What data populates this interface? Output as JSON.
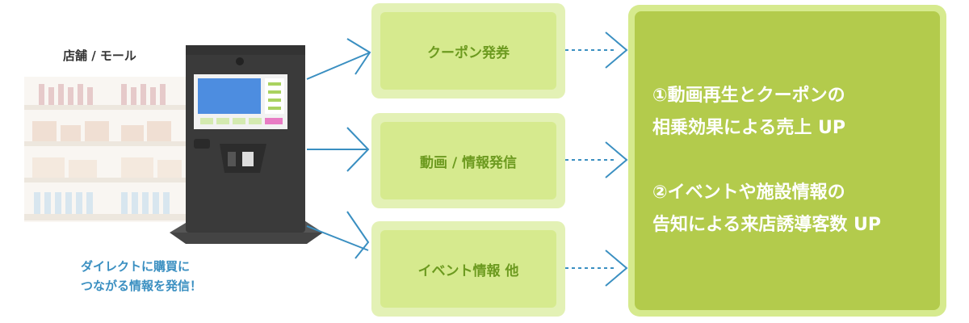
{
  "store_label": "店舗 / モール",
  "caption": {
    "line1": "ダイレクトに購買に",
    "line2": "つながる情報を発信！"
  },
  "services": [
    {
      "label": "クーポン発券"
    },
    {
      "label": "動画 / 情報発信"
    },
    {
      "label": "イベント情報 他"
    }
  ],
  "results": [
    {
      "line1": "①動画再生とクーポンの",
      "line2": "相乗効果による売上 UP"
    },
    {
      "line1": "②イベントや施設情報の",
      "line2": "告知による来店誘導客数 UP"
    }
  ],
  "colors": {
    "arrow": "#3a8fc1",
    "box_outer": "#e3f1b5",
    "box_inner": "#d6ea8e",
    "box_text": "#6c9a1f",
    "result_bg": "#b3cb4c",
    "result_text": "#ffffff",
    "caption_text": "#3a8fc1"
  }
}
